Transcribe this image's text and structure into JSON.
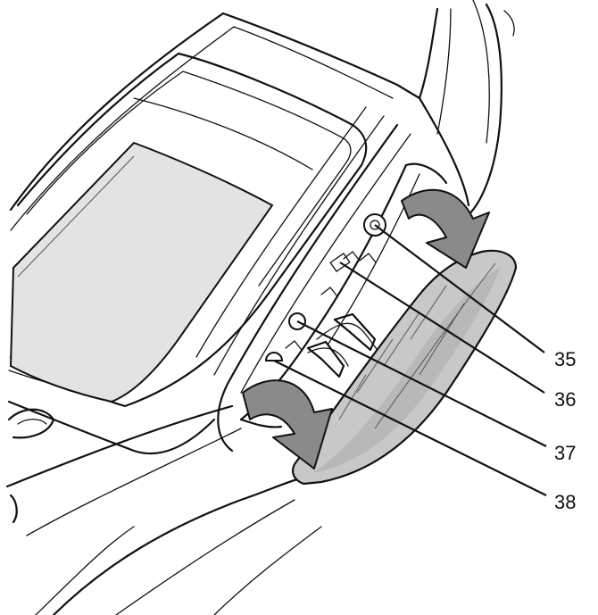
{
  "figure": {
    "callouts": [
      {
        "id": "35",
        "label": "35"
      },
      {
        "id": "36",
        "label": "36"
      },
      {
        "id": "37",
        "label": "37"
      },
      {
        "id": "38",
        "label": "38"
      }
    ]
  }
}
